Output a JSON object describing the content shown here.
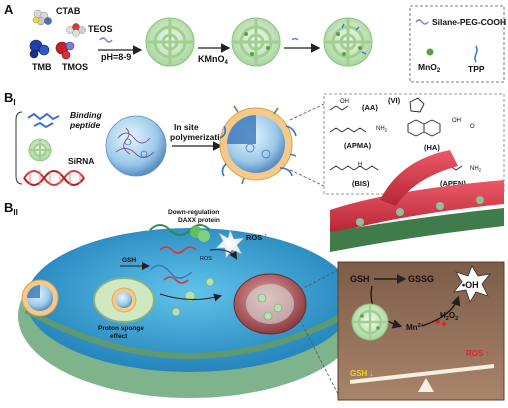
{
  "panels": {
    "a": {
      "letter": "A"
    },
    "b1": {
      "letter": "B",
      "sub": "I"
    },
    "b2": {
      "letter": "B",
      "sub": "II"
    }
  },
  "reagents": {
    "ctab": "CTAB",
    "teos": "TEOS",
    "tmb": "TMB",
    "tmos": "TMOS"
  },
  "steps": {
    "ph": "pH=8-9",
    "kmno4": "KMnO",
    "kmno4_sub": "4"
  },
  "legend": {
    "silane": "Silane-PEG-COOH",
    "mno2": "MnO",
    "mno2_sub": "2",
    "tpp": "TPP"
  },
  "b1": {
    "binding_peptide": [
      "Binding",
      "peptide"
    ],
    "sirna": "SiRNA",
    "insitu": [
      "In site",
      "polymerization"
    ]
  },
  "monomers": {
    "aa": "(AA)",
    "vi": "(VI)",
    "apma": "(APMA)",
    "ha": "(HA)",
    "bis": "(BIS)",
    "apen": "(APEN)",
    "oh": "OH",
    "o": "O",
    "nh2": "NH",
    "nh2_sub": "2",
    "nh": "N",
    "h": "H",
    "o2": "O",
    "oh2": "OH"
  },
  "b2": {
    "downreg": "Down-regulation",
    "daxx": "DAXX protein",
    "ros": "ROS",
    "ros_small": "ROS",
    "gsh": "GSH",
    "proton": [
      "Proton sponge",
      "effect"
    ]
  },
  "inset": {
    "gsh": "GSH",
    "gssg": "GSSG",
    "oh_radical": "•OH",
    "h2o2": "H",
    "h2o2_2": "2",
    "h2o2_o": "O",
    "h2o2_22": "2",
    "mn": "Mn",
    "mn_sup": "2+",
    "gsh_down": "GSH",
    "ros_up": "ROS"
  },
  "colors": {
    "nanoparticle": "#b8e0b0",
    "cell_fill": "#2f9fd0",
    "membrane": "#8fbf9a",
    "vessel": "#d9394a",
    "inset_bg": "#8a6a55",
    "gsh_yellow": "#f2d21a",
    "ros_red": "#e8202a"
  }
}
